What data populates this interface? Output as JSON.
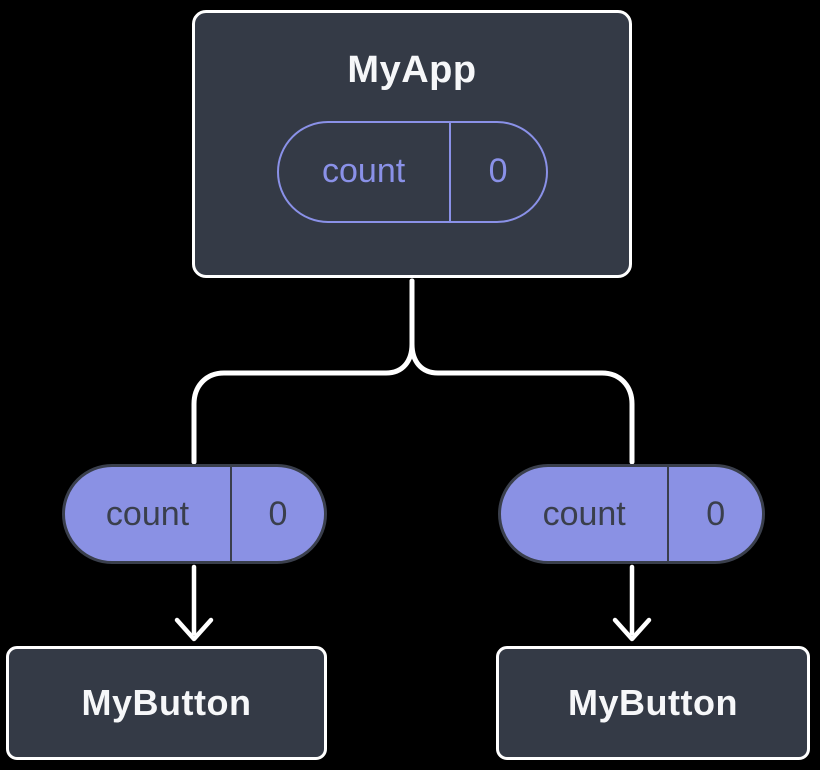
{
  "diagram": {
    "title": "React state lifting diagram",
    "colors": {
      "background": "#000000",
      "node_fill": "#343A46",
      "node_border": "#FFFFFF",
      "node_text": "#F6F7F9",
      "accent_purple": "#8A91E8",
      "pill_fill": "#8A91E4",
      "pill_dark": "#3A3F4C",
      "connector": "#FFFFFF"
    },
    "root": {
      "title": "MyApp",
      "state": {
        "name": "count",
        "value": "0"
      }
    },
    "children": [
      {
        "title": "MyButton",
        "prop": {
          "name": "count",
          "value": "0"
        }
      },
      {
        "title": "MyButton",
        "prop": {
          "name": "count",
          "value": "0"
        }
      }
    ]
  }
}
